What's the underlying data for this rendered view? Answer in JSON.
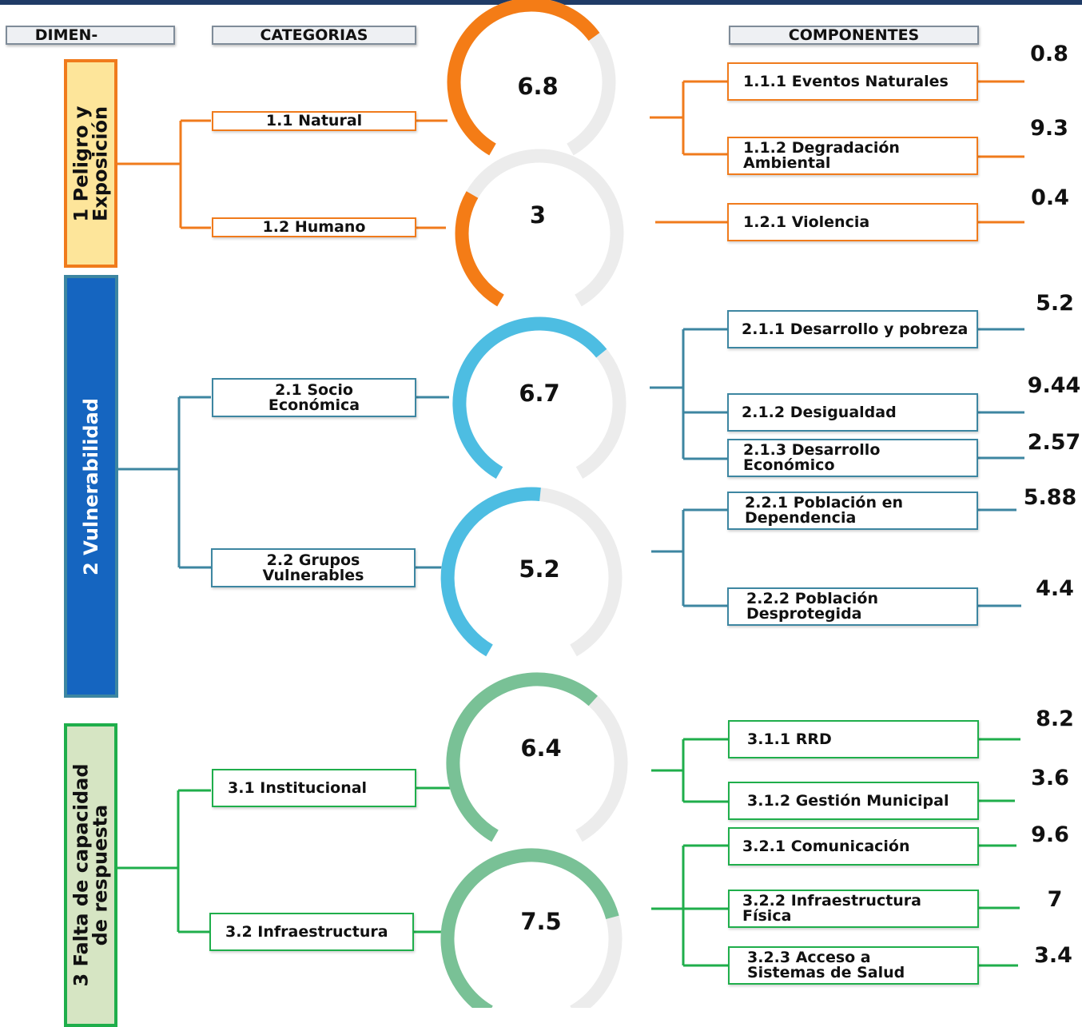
{
  "headers": {
    "dimensions": "DIMEN-",
    "categories": "CATEGORIAS",
    "components": "COMPONENTES"
  },
  "colors": {
    "orange": "#f07b1c",
    "teal": "#3d86a1",
    "blue_fill": "#1565c0",
    "yellow_fill": "#fde59a",
    "green": "#1fae4b",
    "green_fill": "#d6e5c3",
    "gauge_orange": "#f47c16",
    "gauge_blue": "#4dbde2",
    "gauge_green": "#79c196",
    "gauge_track": "#ececec"
  },
  "gauge_max": 10,
  "dimensions": [
    {
      "line1": "1 Peligro y",
      "line2": "Exposición"
    },
    {
      "line1": "2 Vulnerabilidad",
      "line2": ""
    },
    {
      "line1": "3 Falta de capacidad",
      "line2": "de respuesta"
    }
  ],
  "categories": [
    {
      "line1": "1.1 Natural",
      "line2": ""
    },
    {
      "line1": "1.2 Humano",
      "line2": ""
    },
    {
      "line1": "2.1 Socio",
      "line2": "Económica"
    },
    {
      "line1": "2.2 Grupos",
      "line2": "Vulnerables"
    },
    {
      "line1": "3.1 Institucional",
      "line2": ""
    },
    {
      "line1": "3.2 Infraestructura",
      "line2": ""
    }
  ],
  "gauges": [
    {
      "label": "6.8",
      "value": 6.8
    },
    {
      "label": "3",
      "value": 3
    },
    {
      "label": "6.7",
      "value": 6.7
    },
    {
      "label": "5.2",
      "value": 5.2
    },
    {
      "label": "6.4",
      "value": 6.4
    },
    {
      "label": "7.5",
      "value": 7.5
    }
  ],
  "components": [
    {
      "line1": "1.1.1 Eventos Naturales",
      "line2": "",
      "value": "0.8"
    },
    {
      "line1": "1.1.2 Degradación",
      "line2": "Ambiental",
      "value": "9.3"
    },
    {
      "line1": "1.2.1 Violencia",
      "line2": "",
      "value": "0.4"
    },
    {
      "line1": "2.1.1 Desarrollo y pobreza",
      "line2": "",
      "value": "5.2"
    },
    {
      "line1": "2.1.2 Desigualdad",
      "line2": "",
      "value": "9.44"
    },
    {
      "line1": "2.1.3 Desarrollo",
      "line2": "Económico",
      "value": "2.57"
    },
    {
      "line1": "2.2.1 Población en",
      "line2": "Dependencia",
      "value": "5.88"
    },
    {
      "line1": "2.2.2 Población",
      "line2": "Desprotegida",
      "value": "4.4"
    },
    {
      "line1": "3.1.1 RRD",
      "line2": "",
      "value": "8.2"
    },
    {
      "line1": "3.1.2 Gestión Municipal",
      "line2": "",
      "value": "3.6"
    },
    {
      "line1": "3.2.1 Comunicación",
      "line2": "",
      "value": "9.6"
    },
    {
      "line1": "3.2.2 Infraestructura",
      "line2": "Física",
      "value": "7"
    },
    {
      "line1": "3.2.3 Acceso a",
      "line2": "Sistemas de Salud",
      "value": "3.4"
    }
  ]
}
